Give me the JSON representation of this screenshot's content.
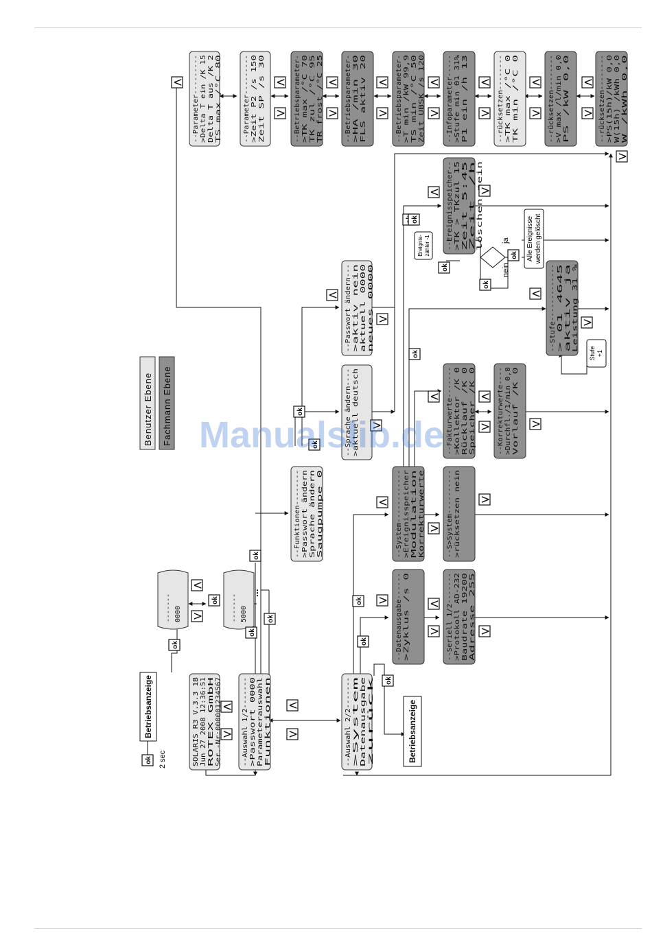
{
  "legend": {
    "user": "Benutzer Ebene",
    "expert": "Fachmann Ebene"
  },
  "keys": {
    "ok": "ok",
    "up": "⋀",
    "down": "⋁"
  },
  "labels": {
    "betriebsanzeige": "Betriebsanzeige",
    "two_sec": "2 sec",
    "ja": "ja",
    "nein": "nein",
    "ereignis_zaehler": [
      "Ereignis-",
      "zähler -1"
    ],
    "alle_ereignisse": [
      "Alle Ereignisse",
      "werden gelöscht"
    ],
    "stufe_plus": [
      "Stufe",
      "+1"
    ],
    "dots": "..."
  },
  "displays": {
    "info": [
      "SOLARIS R3 V.3.3  1B",
      "Jun 27 2008 12:36:51",
      "ROTEX GmbH",
      "Ser.-Nr:000001234567"
    ],
    "auswahl1": [
      "--Auswahl 1/2-------",
      ">Passwort     0000",
      " Parameterauswahl",
      " Funktionen"
    ],
    "auswahl2": [
      "--Auswahl 2/2-------",
      ">System",
      " Datenausgabe",
      " zurück"
    ],
    "funktionen": [
      "--Funktionen--------",
      ">Passwort ändern",
      " Sprache ändern",
      " Saugpumpe        0"
    ],
    "sprache": [
      "--Sprache ändern----",
      ">aktuell   deutsch"
    ],
    "passwort": [
      "--Passwort ändern---",
      ">aktiv      nein",
      " aktuell    0000",
      " neues      0000"
    ],
    "system": [
      "--System------------",
      ">Ereignisspeicher",
      " Modulation",
      " Korrekturwerte"
    ],
    "datenausgabe": [
      "--Datenausgabe------",
      ">Zyklus /s       0"
    ],
    "seriell": [
      "--Seriell 1/2-------",
      ">Protokoll  AD-232",
      " Baudrate   19200",
      " Adresse      255"
    ],
    "s_system": [
      "--S>System----------",
      ">rücksetzen     nein"
    ],
    "faktur": [
      "--Fakturwerte-------",
      ">Kollektor /K    0",
      " Rücklauf /K     0",
      " Speicher /K     0"
    ],
    "korrektur": [
      "--Korrekturwerte----",
      ">Durchfl./1/min 0,0",
      " Vorlauf /K      0"
    ],
    "stufe": [
      "--Stufe-------------",
      ">  01       4645",
      " aktiv        ja",
      " Leistung   31 %"
    ],
    "ereignis": [
      "--Ereignisspeicher--",
      ">TK > TKzul     15",
      " Zeit          5:45",
      " Zeit /h",
      " löschen       nein"
    ],
    "param1": [
      "--Parameter---------",
      ">Delta T ein /K   15",
      " Delta T aus /K    2",
      " TS max /°C       80"
    ],
    "param2": [
      "--Parameter---------",
      ">Zeit P2 /s      150",
      " Zeit SP /s       30"
    ],
    "betrieb1": [
      "--Betriebsparameter-",
      ">TK max /°C       70",
      " TK zul /°C       95",
      " TR frost /°C     25"
    ],
    "betrieb2": [
      "--Betriebsparameter-",
      ">HA /min          30",
      " FLS aktiv        20"
    ],
    "betrieb3": [
      "--Betriebsparameter-",
      ">T min /kW      99,9",
      " TS min /°C       50",
      " Zeit UBSK /s    120"
    ],
    "info_param": [
      "--Infoparameter-----",
      ">Stufe min 01    31%",
      " P1 ein /h        13"
    ],
    "ruecksetzen1": [
      "--rücksetzen--------",
      ">TK max /°C        0",
      " TK min /°C        0"
    ],
    "ruecksetzen2": [
      "--rücksetzen--------",
      ">V max /l/min    0,0",
      " PS /kW           0,0"
    ],
    "ruecksetzen3": [
      "--rücksetzen--------",
      ">PS(15h)/kW      0,0",
      " W(15h) /kWh     0,0",
      " W /kWh          0,0"
    ],
    "pw_top": [
      "-------",
      "  0000"
    ],
    "pw_bottom": [
      "-------",
      "  5000"
    ]
  },
  "watermark": "Manualslib.de"
}
